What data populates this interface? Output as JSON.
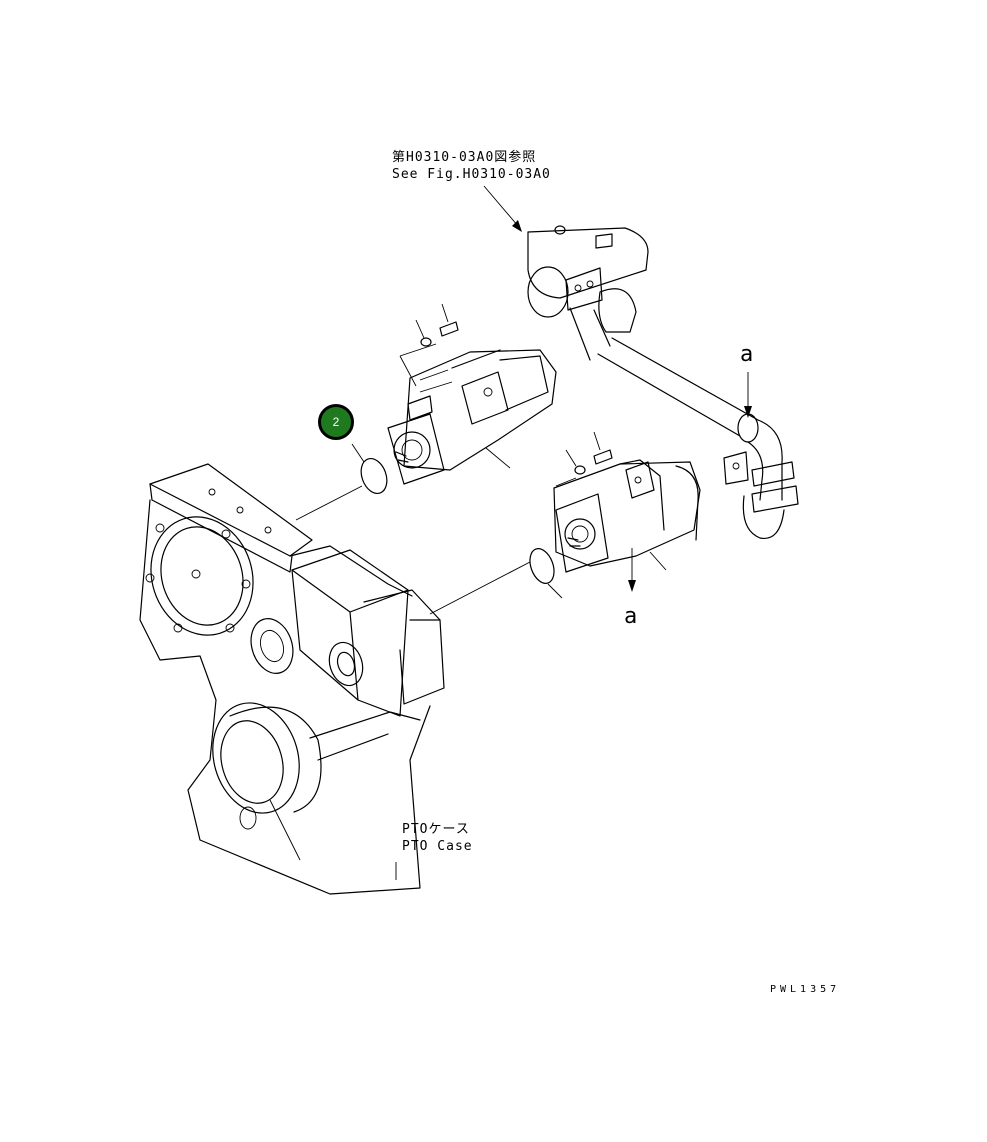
{
  "diagram": {
    "callouts": {
      "see_fig_jp": "第H0310-03A0図参照",
      "see_fig_en": "See Fig.H0310-03A0",
      "pto_case_jp": "PTOケース",
      "pto_case_en": "PTO Case"
    },
    "flow_markers": [
      "a",
      "a"
    ],
    "part_badge": {
      "number": "2",
      "color": "#1f7a1f"
    },
    "drawing_code": "PWL1357"
  }
}
